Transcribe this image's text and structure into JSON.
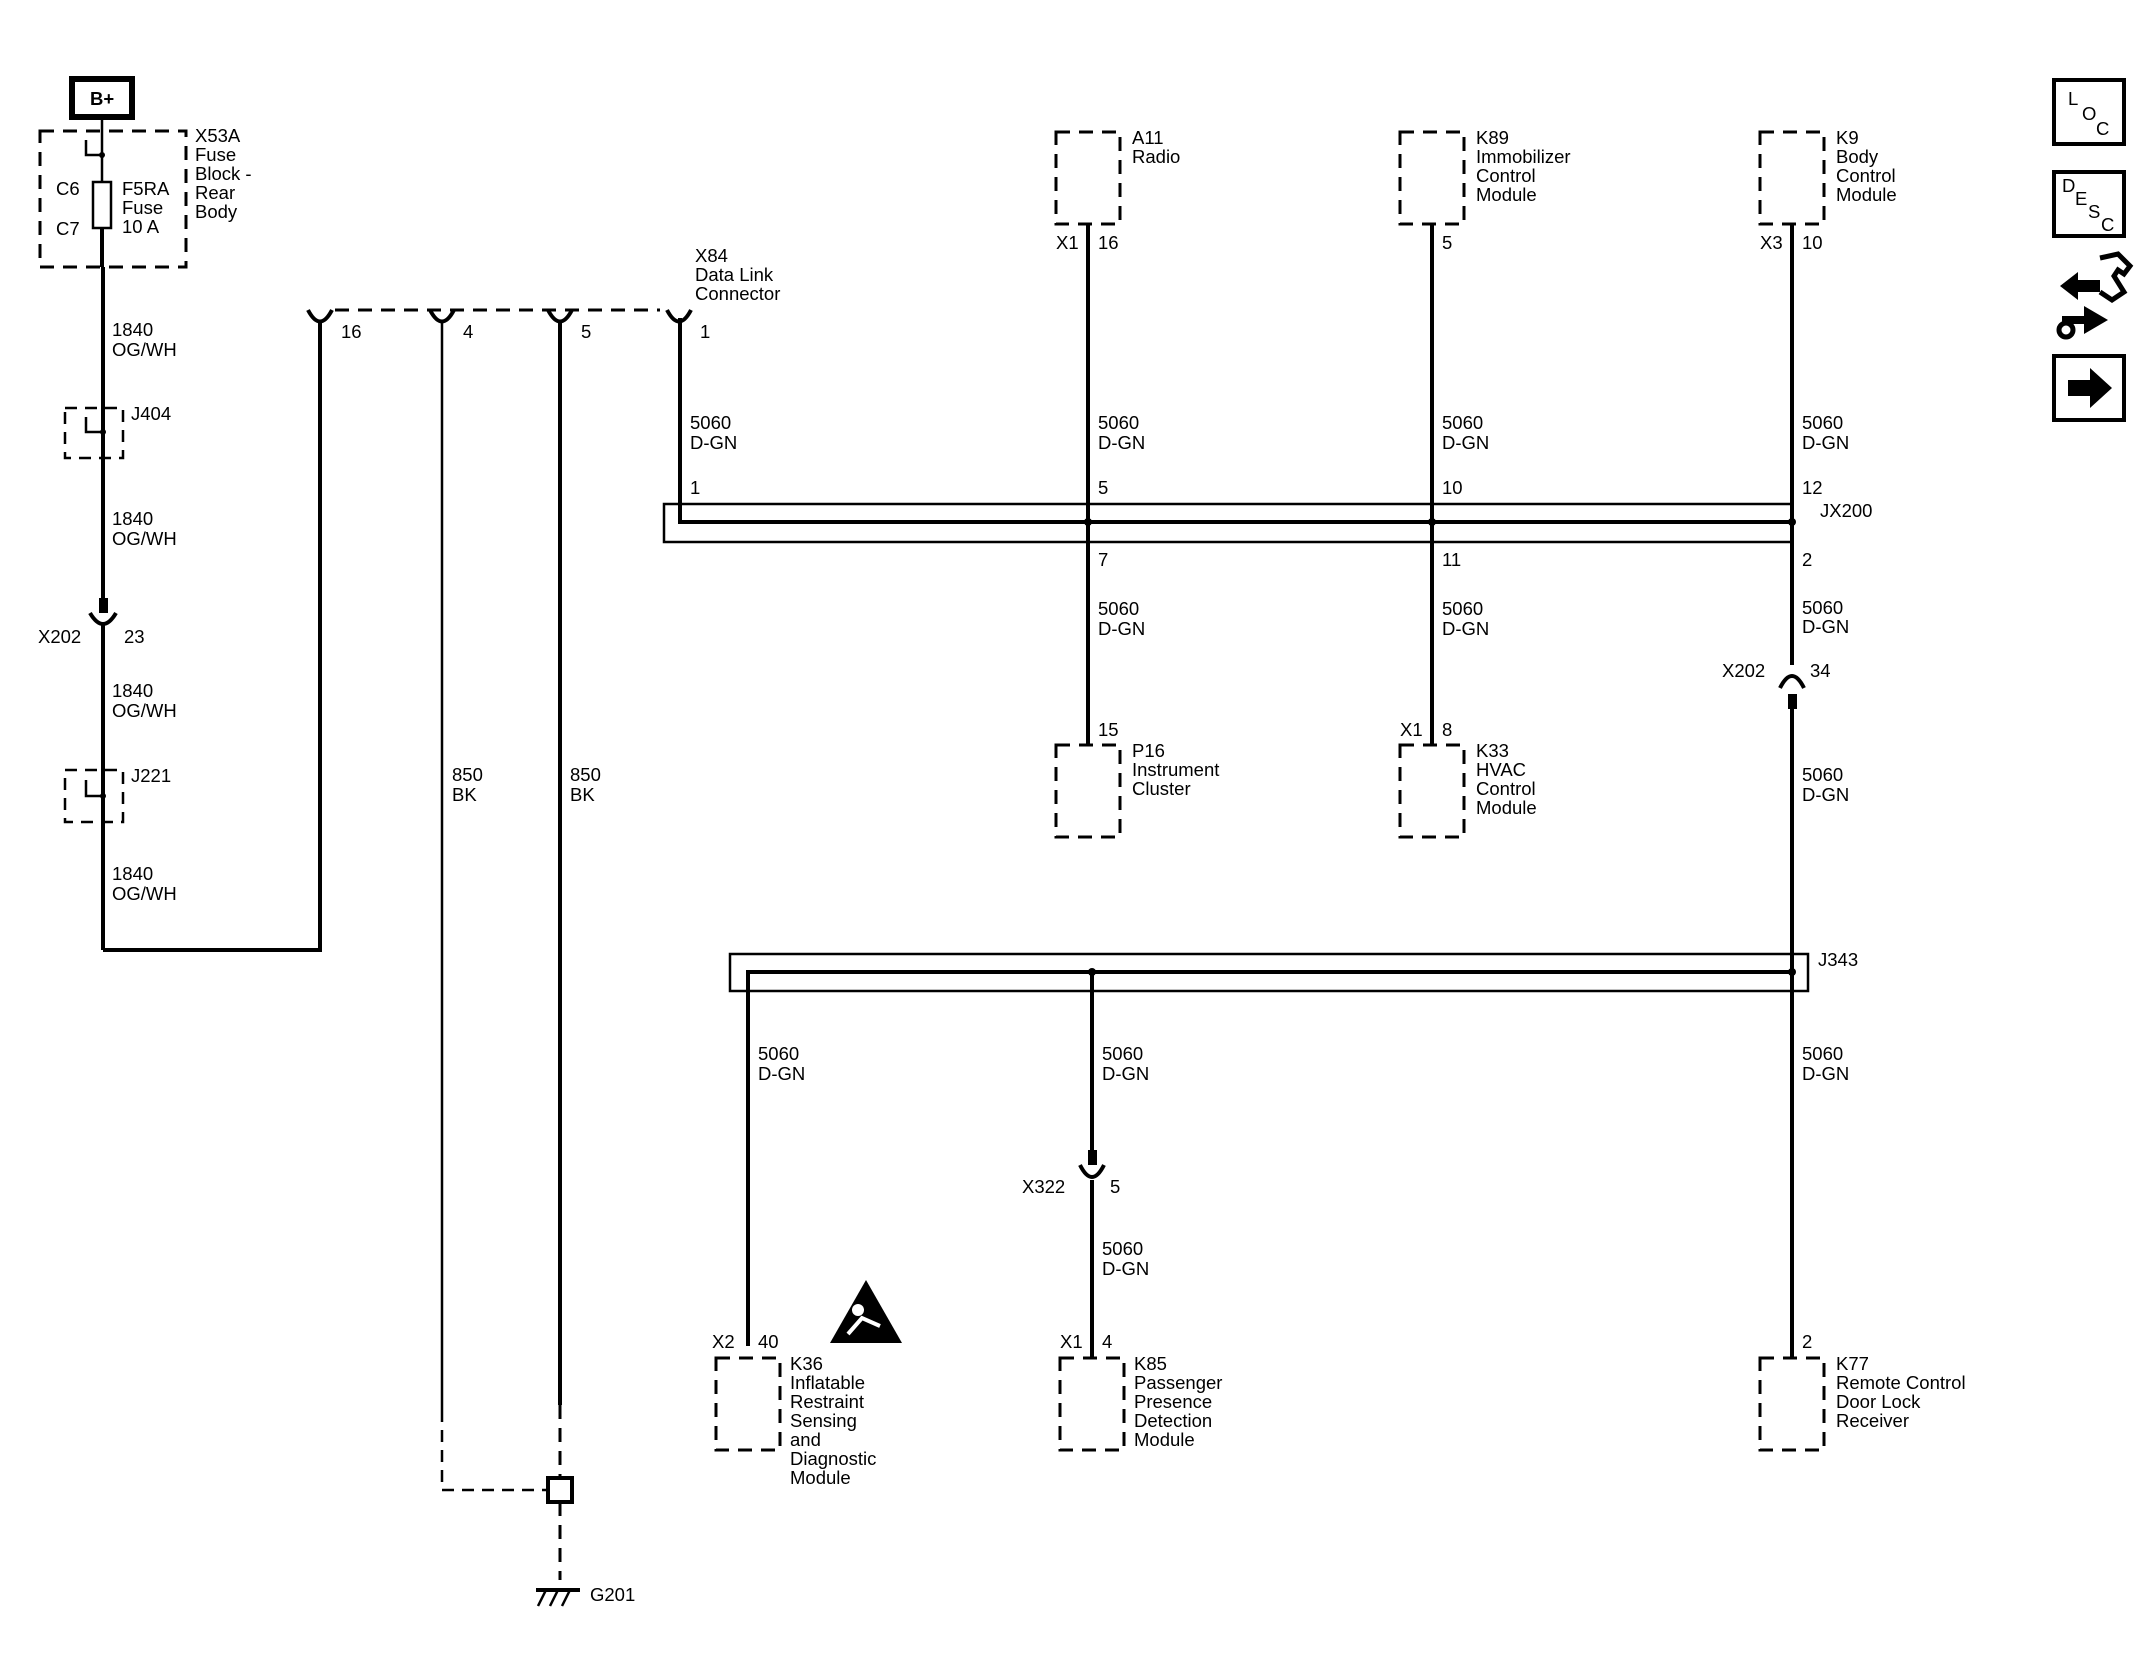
{
  "power": {
    "label": "B+"
  },
  "fuse_block": {
    "ref": "X53A",
    "name": [
      "Fuse",
      "Block -",
      "Rear",
      "Body"
    ],
    "pin_in": "C6",
    "pin_out": "C7",
    "fuse": [
      "F5RA",
      "Fuse",
      "10 A"
    ]
  },
  "wire_1840": {
    "circuit": "1840",
    "color": "OG/WH"
  },
  "splices": {
    "j404": "J404",
    "j221": "J221",
    "jx200": "JX200",
    "j343": "J343"
  },
  "x202_left": {
    "ref": "X202",
    "pin": "23"
  },
  "x202_right": {
    "ref": "X202",
    "pin": "34"
  },
  "x322": {
    "ref": "X322",
    "pin": "5"
  },
  "dlc": {
    "ref": "X84",
    "name": [
      "Data Link",
      "Connector"
    ],
    "pins": [
      "16",
      "4",
      "5",
      "1"
    ]
  },
  "wire_850": {
    "circuit": "850",
    "color": "BK"
  },
  "wire_5060": {
    "circuit": "5060",
    "color": "D-GN"
  },
  "ground": {
    "ref": "G201"
  },
  "jx200_pins": {
    "top": [
      "1",
      "5",
      "10",
      "12"
    ],
    "bottom": [
      "7",
      "11",
      "2"
    ]
  },
  "modules": {
    "a11": {
      "ref": "A11",
      "name": [
        "Radio"
      ],
      "conn": "X1",
      "pin": "16"
    },
    "k89": {
      "ref": "K89",
      "name": [
        "Immobilizer",
        "Control",
        "Module"
      ],
      "pin": "5"
    },
    "k9": {
      "ref": "K9",
      "name": [
        "Body",
        "Control",
        "Module"
      ],
      "conn": "X3",
      "pin": "10"
    },
    "p16": {
      "ref": "P16",
      "name": [
        "Instrument",
        "Cluster"
      ],
      "pin": "15"
    },
    "k33": {
      "ref": "K33",
      "name": [
        "HVAC",
        "Control",
        "Module"
      ],
      "conn": "X1",
      "pin": "8"
    },
    "k36": {
      "ref": "K36",
      "name": [
        "Inflatable",
        "Restraint",
        "Sensing",
        "and",
        "Diagnostic",
        "Module"
      ],
      "conn": "X2",
      "pin": "40"
    },
    "k85": {
      "ref": "K85",
      "name": [
        "Passenger",
        "Presence",
        "Detection",
        "Module"
      ],
      "conn": "X1",
      "pin": "4"
    },
    "k77": {
      "ref": "K77",
      "name": [
        "Remote Control",
        "Door Lock",
        "Receiver"
      ],
      "pin": "2"
    }
  },
  "nav": {
    "loc": [
      "L",
      "O",
      "C"
    ],
    "desc": [
      "D",
      "E",
      "S",
      "C"
    ],
    "icons": [
      "loc-icon",
      "desc-icon",
      "connector-wrench-icon",
      "next-arrow-icon"
    ]
  }
}
